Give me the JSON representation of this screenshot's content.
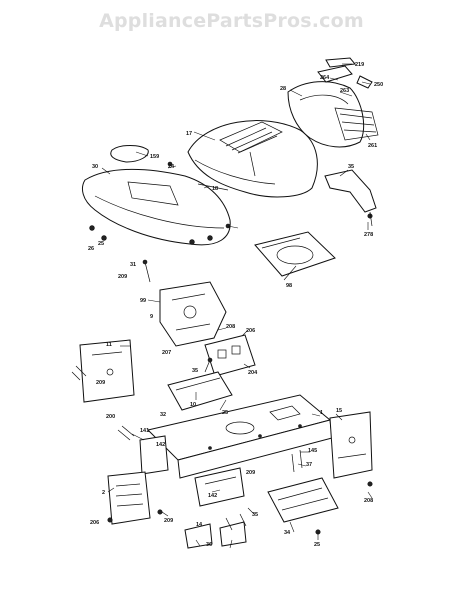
{
  "watermark": "AppliancePartsPros.com",
  "callouts": [
    "219",
    "264",
    "250",
    "28",
    "263",
    "261",
    "17",
    "159",
    "30",
    "24",
    "18",
    "25",
    "35",
    "26",
    "278",
    "31",
    "209",
    "99",
    "98",
    "9",
    "208",
    "206",
    "204",
    "11",
    "207",
    "35",
    "10",
    "32",
    "25",
    "141",
    "209",
    "142",
    "1",
    "15",
    "200",
    "145",
    "37",
    "209",
    "2",
    "142",
    "208",
    "35",
    "14",
    "34",
    "206",
    "209",
    "36",
    "25"
  ]
}
